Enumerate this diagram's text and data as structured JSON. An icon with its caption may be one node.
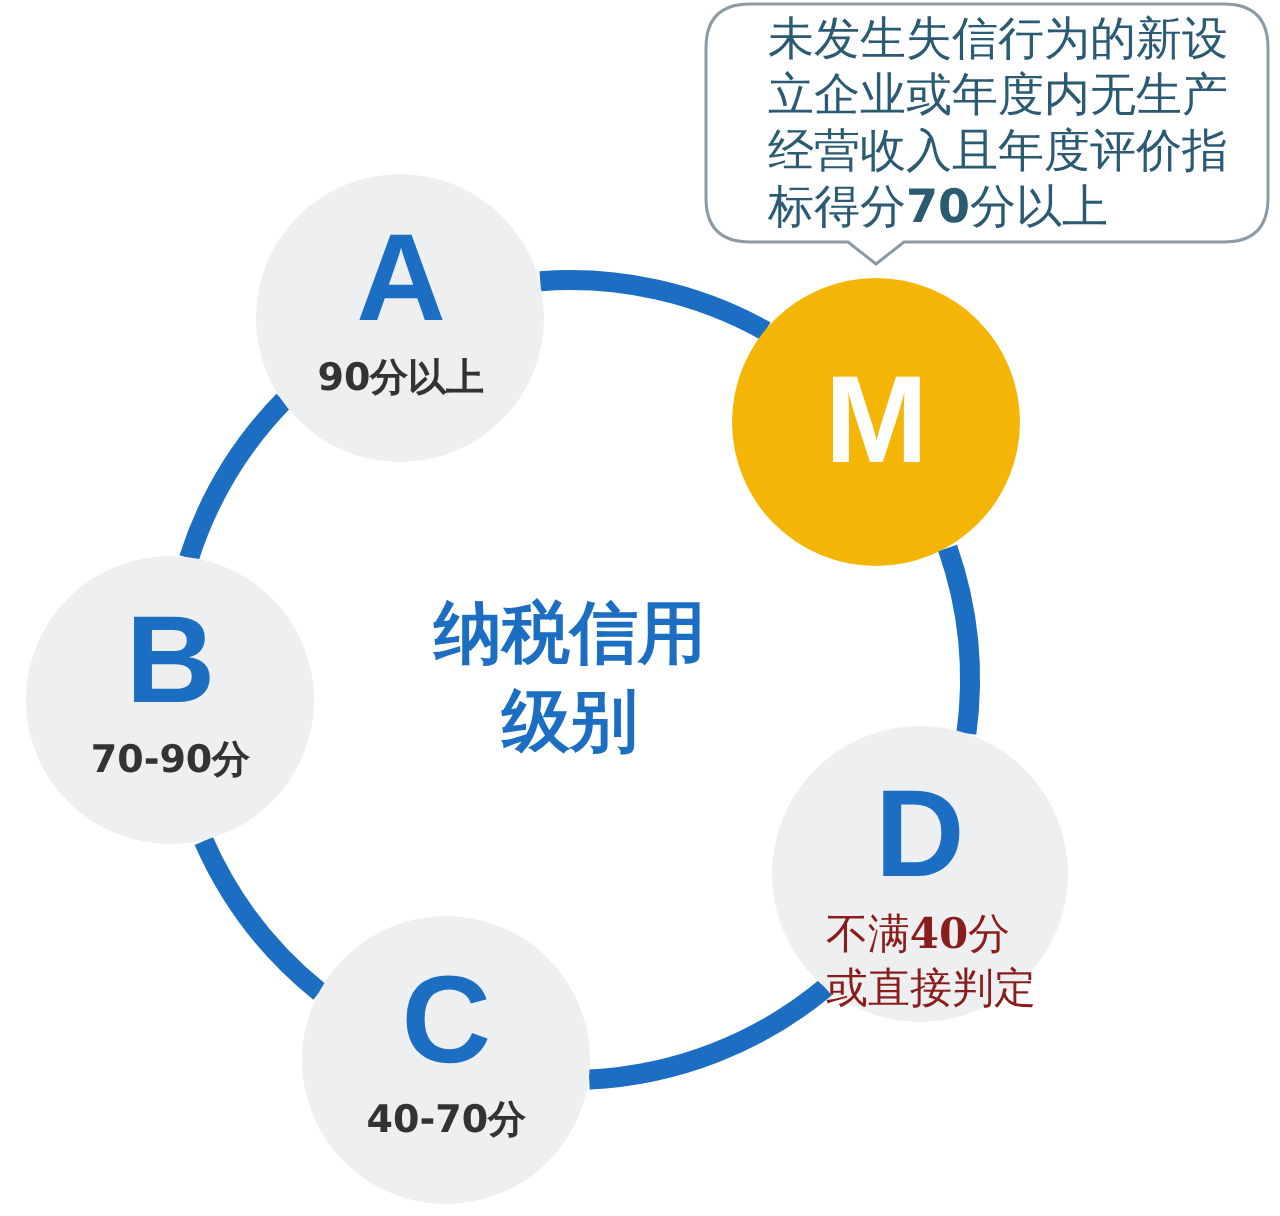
{
  "diagram": {
    "nodes": [
      {
        "text": [
          "A",
          "**90**分以上"
        ]
      },
      {
        "text": [
          "M"
        ]
      },
      {
        "text": [
          "未发生失信行为的新设立企业或年度内无生产经营收入且年度评价指标得分**70**分以上"
        ]
      },
      {
        "text": [
          "B",
          "70-90分"
        ]
      },
      {
        "text": [
          "C",
          "40-70分"
        ]
      },
      {
        "text": [
          "D",
          "不满**40**分或直接判定"
        ]
      }
    ],
    "edges": [
      {
        "from": 0,
        "to": 1,
        "arrow": "none"
      },
      {
        "from": 1,
        "to": 5,
        "arrow": "none"
      },
      {
        "from": 5,
        "to": 4,
        "arrow": "none"
      },
      {
        "from": 4,
        "to": 3,
        "arrow": "none"
      },
      {
        "from": 3,
        "to": 0,
        "arrow": "none"
      }
    ],
    "labels": [
      "纳税信用级别"
    ]
  }
}
